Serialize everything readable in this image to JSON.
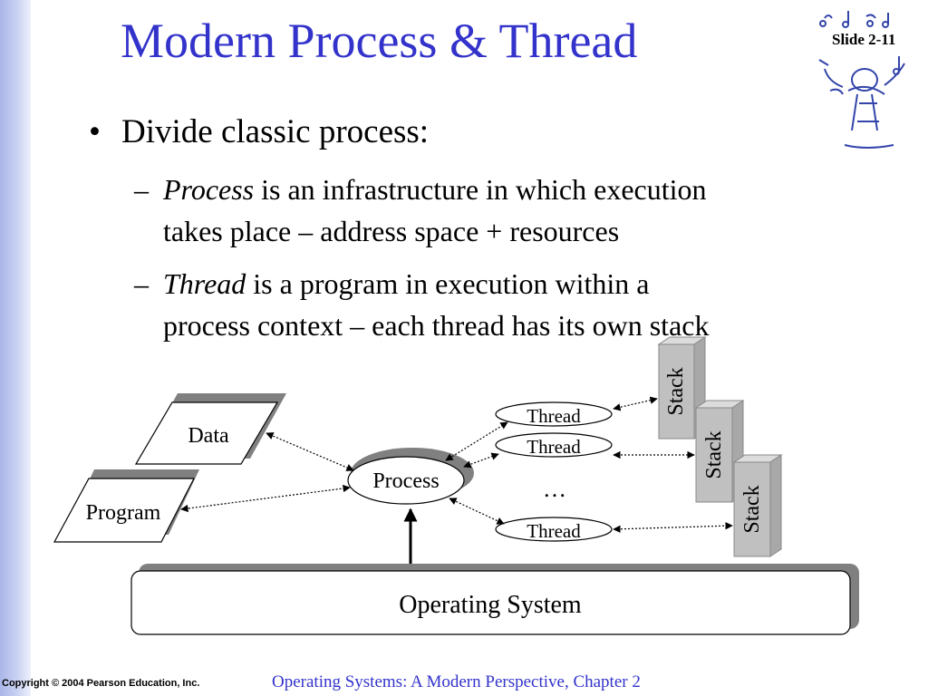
{
  "slide": {
    "title": "Modern Process & Thread",
    "slide_number": "Slide 2-11",
    "bullet": "Divide classic process:",
    "sub_bullets": [
      {
        "dash": "–",
        "term": "Process",
        "line1_rest": " is an infrastructure in which execution",
        "line2": "takes place – address space + resources"
      },
      {
        "dash": "–",
        "term": "Thread",
        "line1_rest": " is a program in execution within a",
        "line2": "process context – each thread has its own stack"
      }
    ]
  },
  "diagram": {
    "data_label": "Data",
    "program_label": "Program",
    "process_label": "Process",
    "threads": [
      "Thread",
      "Thread",
      "Thread"
    ],
    "ellipsis": "…",
    "stacks": [
      "Stack",
      "Stack",
      "Stack"
    ],
    "os_label": "Operating System"
  },
  "footer": {
    "copyright": "Copyright © 2004 Pearson Education, Inc.",
    "source": "Operating Systems: A Modern Perspective, Chapter 2"
  },
  "colors": {
    "title": "#3333cc",
    "shadow": "#808080",
    "stack_face": "#c0c0c0",
    "stack_side": "#dcdcdc",
    "sidebar": "#aab6e8"
  }
}
